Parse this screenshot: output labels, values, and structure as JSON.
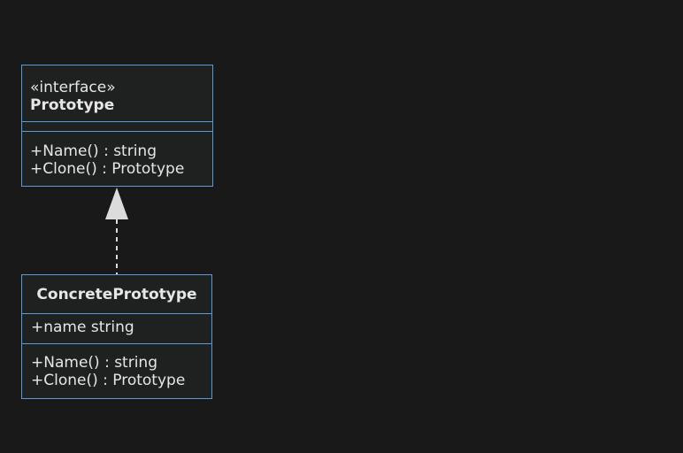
{
  "diagram": {
    "interface_box": {
      "stereotype": "«interface»",
      "name": "Prototype",
      "operations": [
        "+Name() : string",
        "+Clone() : Prototype"
      ]
    },
    "concrete_box": {
      "name": "ConcretePrototype",
      "attributes": [
        "+name string"
      ],
      "operations": [
        "+Name() : string",
        "+Clone() : Prototype"
      ]
    },
    "relation": {
      "type": "realization",
      "from": "ConcretePrototype",
      "to": "Prototype"
    },
    "colors": {
      "background": "#191919",
      "box_fill": "#1f2020",
      "box_border": "#5b9bd5",
      "text": "#e6e6e6",
      "arrow": "#dcdcdc"
    }
  }
}
